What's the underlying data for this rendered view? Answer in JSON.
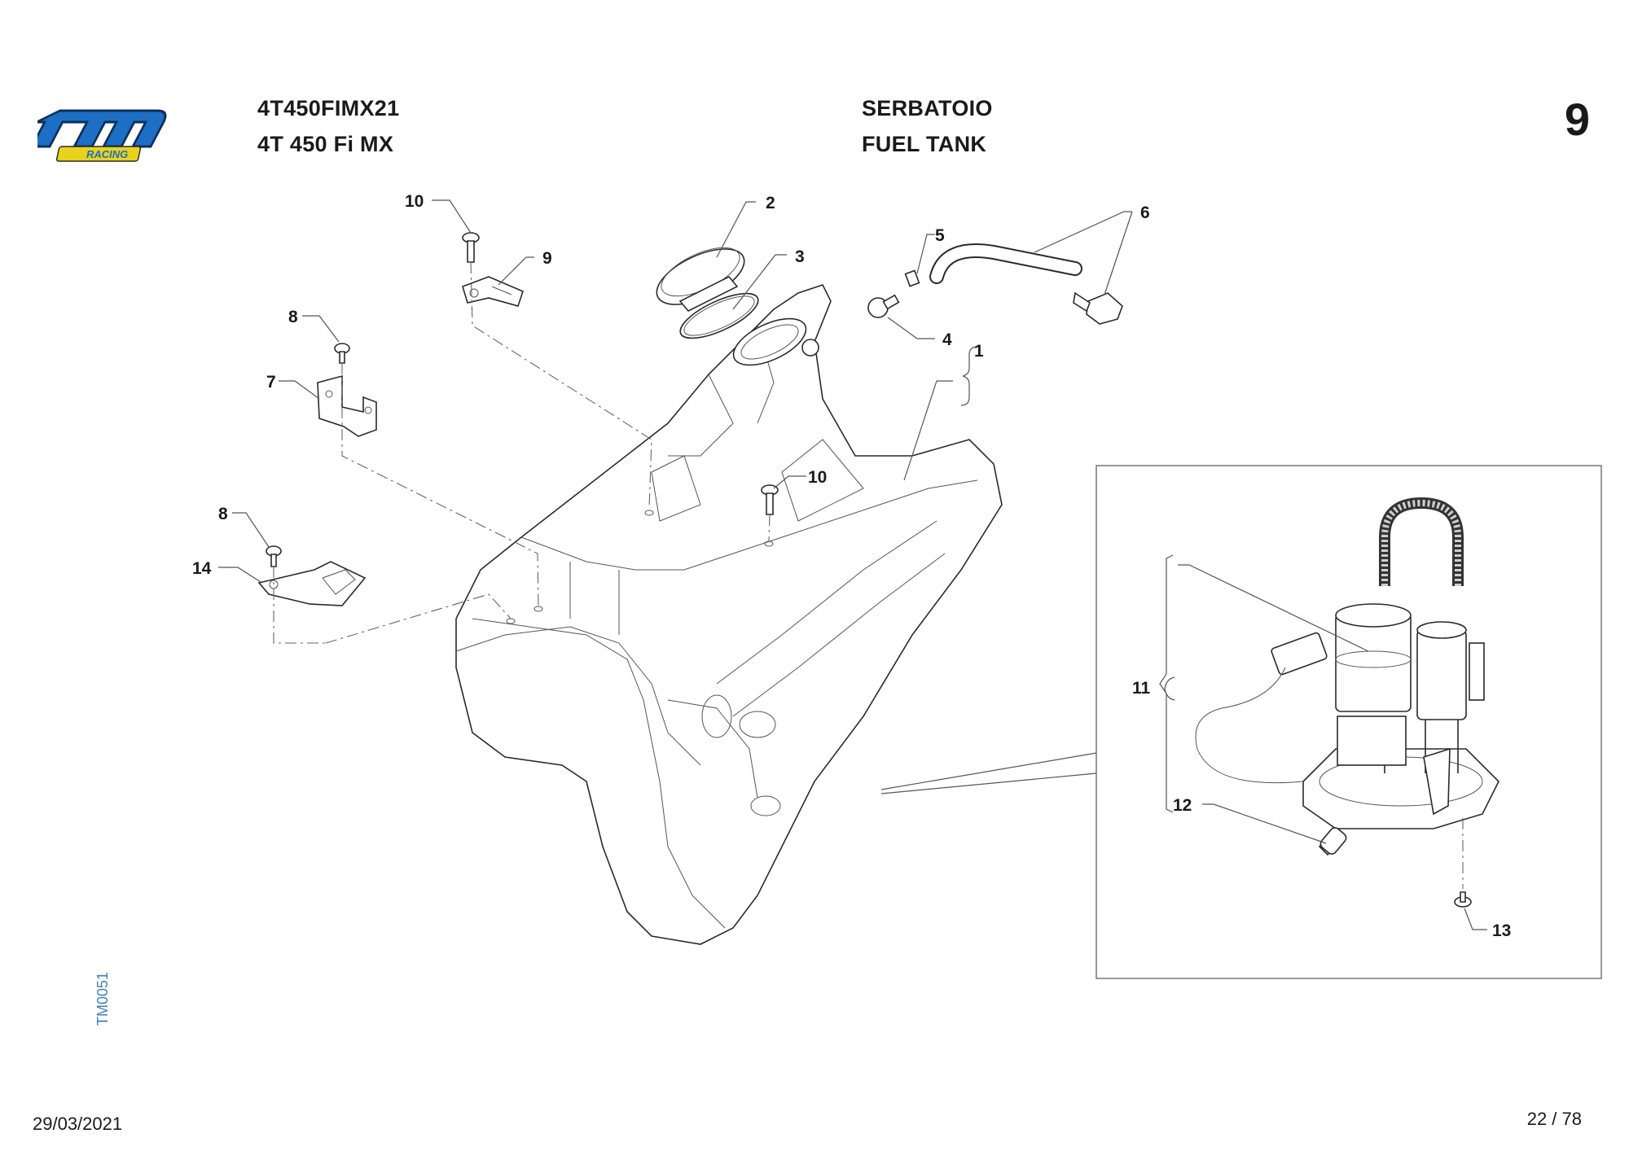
{
  "header": {
    "model_code": "4T450FIMX21",
    "model_name": "4T 450 Fi MX",
    "title_it": "SERBATOIO",
    "title_en": "FUEL TANK",
    "page_number": "9"
  },
  "logo": {
    "text": "tm",
    "subtext": "RACING",
    "brand_color": "#1d6fc4",
    "accent_color": "#e8d21c"
  },
  "callouts": [
    "10",
    "2",
    "9",
    "3",
    "5",
    "6",
    "8",
    "7",
    "4",
    "1",
    "10",
    "8",
    "14",
    "11",
    "12",
    "13"
  ],
  "side_code": "TM0051",
  "footer": {
    "date": "29/03/2021",
    "page": "22 / 78"
  }
}
